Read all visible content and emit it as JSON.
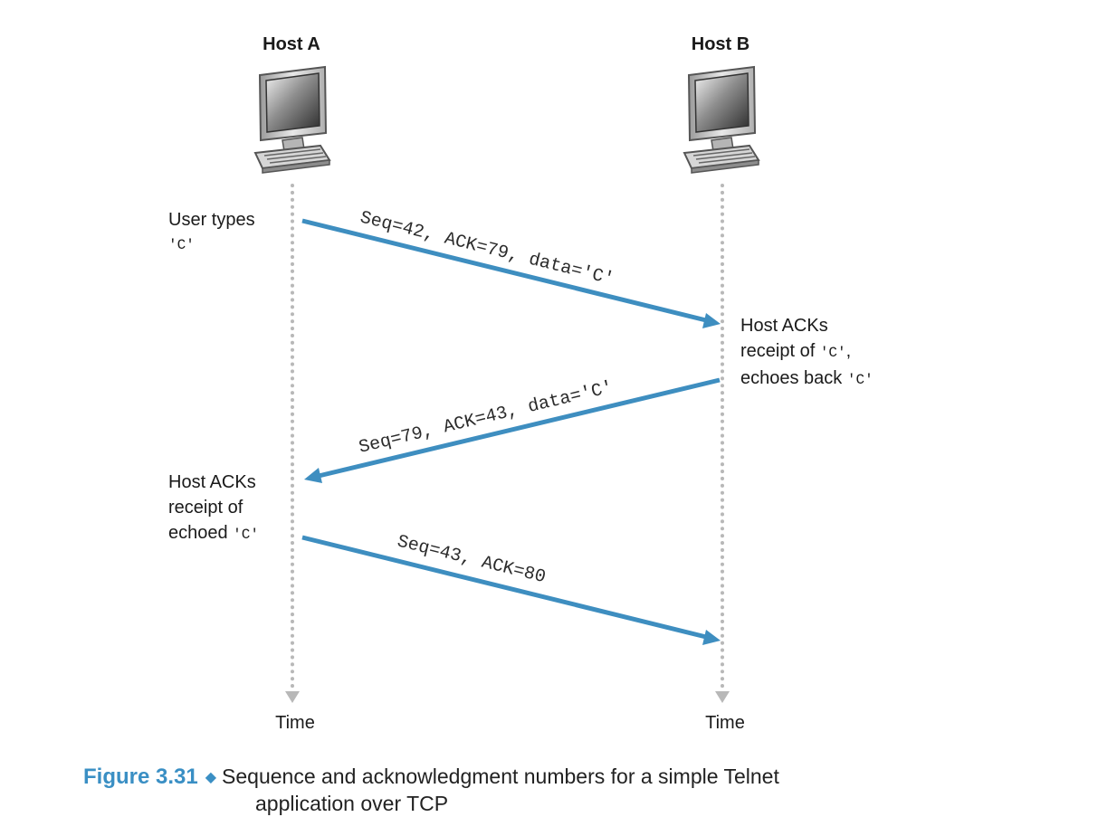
{
  "hosts": {
    "a": {
      "title": "Host A",
      "time_label": "Time"
    },
    "b": {
      "title": "Host B",
      "time_label": "Time"
    }
  },
  "notes": {
    "a1": {
      "line1": "User types",
      "line2": "'C'"
    },
    "b1": {
      "line1": "Host ACKs",
      "line2_prefix": "receipt of ",
      "line2_code": "'C'",
      "line2_suffix": ",",
      "line3_prefix": "echoes back ",
      "line3_code": "'C'"
    },
    "a2": {
      "line1": "Host ACKs",
      "line2": "receipt of",
      "line3_prefix": "echoed ",
      "line3_code": "'C'"
    }
  },
  "segments": [
    {
      "label": "Seq=42, ACK=79, data='C'",
      "from": "Host A",
      "to": "Host B"
    },
    {
      "label": "Seq=79, ACK=43, data='C'",
      "from": "Host B",
      "to": "Host A"
    },
    {
      "label": "Seq=43, ACK=80",
      "from": "Host A",
      "to": "Host B"
    }
  ],
  "caption": {
    "figure_number": "Figure 3.31",
    "text_line1": "Sequence and acknowledgment numbers for a simple Telnet",
    "text_line2": "application over TCP"
  },
  "colors": {
    "arrow": "#3e8ec0",
    "timeline": "#b8b8b8",
    "figure_number": "#3a8fc4"
  },
  "icons": {
    "host": "desktop-computer-icon"
  }
}
